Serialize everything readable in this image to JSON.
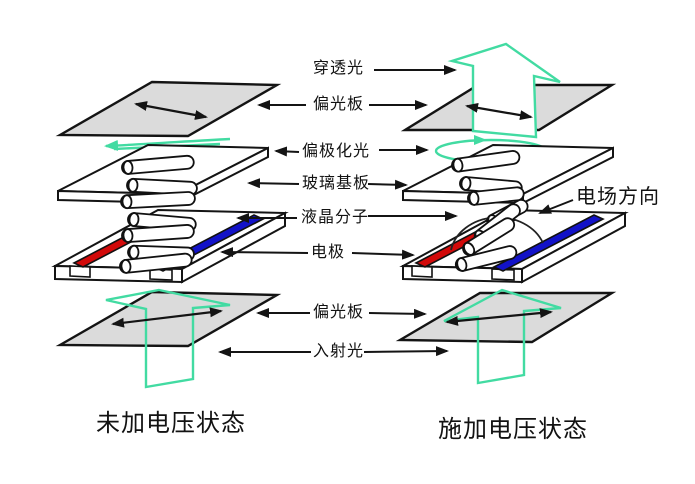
{
  "labels": {
    "transmitted_light": "穿透光",
    "polarizer_top": "偏光板",
    "polarized_light": "偏极化光",
    "glass_substrate": "玻璃基板",
    "lc_molecule": "液晶分子",
    "electrode": "电极",
    "polarizer_bottom": "偏光板",
    "incident_light": "入射光",
    "field_direction": "电场方向"
  },
  "captions": {
    "left_state": "未加电压状态",
    "right_state": "施加电压状态"
  },
  "colors": {
    "light_green": "#42dba2",
    "electrode_red": "#d20a0a",
    "electrode_blue": "#1212c8",
    "polarizer_gray": "#dbdbdb",
    "line_black": "#141414"
  }
}
